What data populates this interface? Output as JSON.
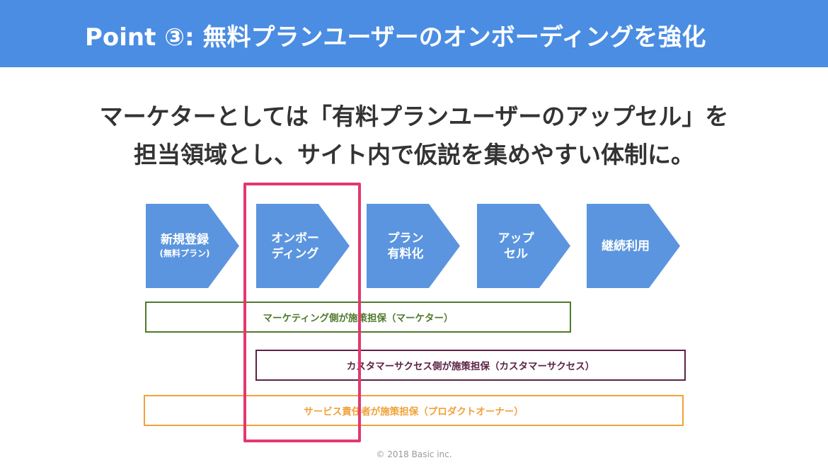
{
  "header": {
    "title": "Point ③: 無料プランユーザーのオンボーディングを強化"
  },
  "lead": {
    "line1": "マーケターとしては「有料プランユーザーのアップセル」を",
    "line2": "担当領域とし、サイト内で仮説を集めやすい体制に。"
  },
  "steps": [
    {
      "line1": "新規登録",
      "line2": "(無料プラン)"
    },
    {
      "line1": "オンボー",
      "line2": "ディング"
    },
    {
      "line1": "プラン",
      "line2": "有料化"
    },
    {
      "line1": "アップ",
      "line2": "セル"
    },
    {
      "line1": "継続利用",
      "line2": ""
    }
  ],
  "bars": {
    "marketing": "マーケティング側が施策担保（マーケター）",
    "customer_success": "カスタマーサクセス側が施策担保（カスタマーサクセス）",
    "service": "サービス責任者が施策担保（プロダクトオーナー）"
  },
  "footer": {
    "copyright": "© 2018 Basic inc."
  },
  "colors": {
    "header_bg": "#4a8de3",
    "step_fill": "#5b95df",
    "highlight": "#e2386e",
    "marketing": "#4f7a2b",
    "customer_success": "#5c2346",
    "service": "#f0a23a"
  }
}
